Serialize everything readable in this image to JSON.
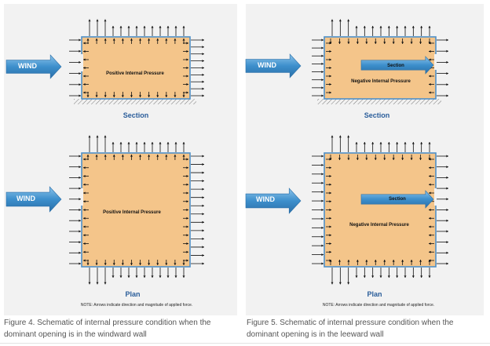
{
  "figures": [
    {
      "id": "fig4",
      "wind_label": "WIND",
      "section_box_label": "Positive Internal Pressure",
      "plan_box_label": "Positive Internal Pressure",
      "section_title": "Section",
      "plan_title": "Plan",
      "note": "NOTE:  Arrows indicate direction and magnitude of applied force.",
      "caption": "Figure 4. Schematic of internal pressure condition when the dominant opening is in the windward wall",
      "internal_pressure": "positive",
      "opening": "windward wall"
    },
    {
      "id": "fig5",
      "wind_label": "WIND",
      "section_box_label": "Negative Internal Pressure",
      "plan_box_label": "Negative Internal Pressure",
      "section_arrow_label": "Section",
      "plan_arrow_label": "Section",
      "section_title": "Section",
      "plan_title": "Plan",
      "note": "NOTE:  Arrows indicate direction and magnitude of applied force.",
      "caption": "Figure 5. Schematic of internal pressure condition when the dominant opening is in the leeward wall",
      "internal_pressure": "negative",
      "opening": "leeward wall"
    }
  ],
  "colors": {
    "building_fill": "#f4c58a",
    "building_edge": "#4f90c8",
    "wind_arrow": "#3d8fcc",
    "wind_arrow_light": "#8cc3ea",
    "title_blue": "#2a5d9a",
    "force_arrow": "#111111"
  }
}
